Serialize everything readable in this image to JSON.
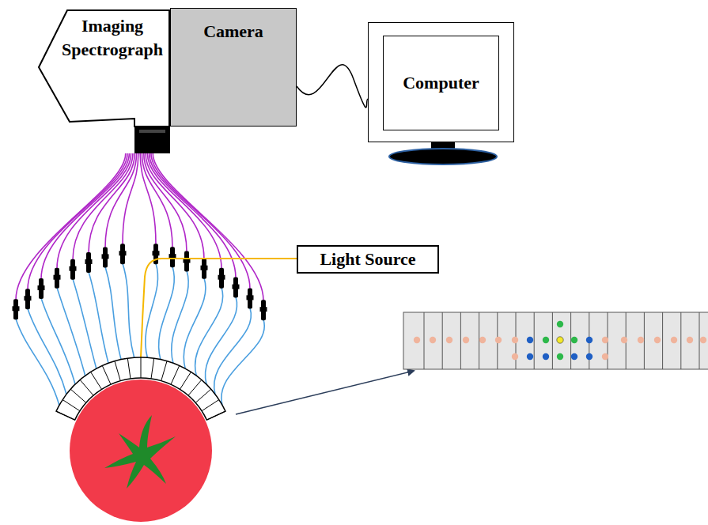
{
  "diagram": {
    "nodes": [
      {
        "text": [
          "Imaging Spectrograph"
        ]
      },
      {
        "text": [
          "Camera"
        ]
      },
      {
        "text": [
          "Computer"
        ]
      },
      {
        "text": [
          "Light Source"
        ]
      }
    ],
    "edges": [
      {
        "from": 1,
        "to": 2,
        "arrow": "none"
      }
    ]
  }
}
